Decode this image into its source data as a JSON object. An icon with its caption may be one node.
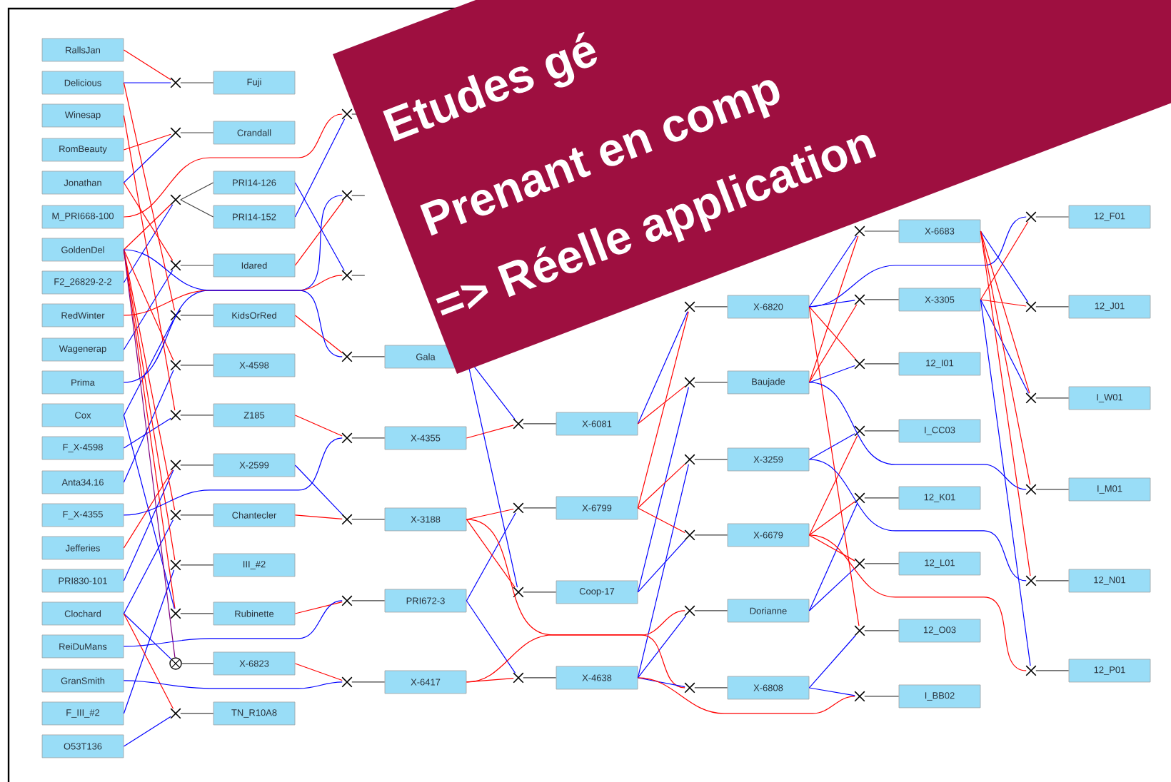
{
  "diagram": {
    "nodes": [
      {
        "text": [
          "RallsJan"
        ]
      },
      {
        "text": [
          "Delicious"
        ]
      },
      {
        "text": [
          "Winesap"
        ]
      },
      {
        "text": [
          "RomBeauty"
        ]
      },
      {
        "text": [
          "Jonathan"
        ]
      },
      {
        "text": [
          "M_PRI668-100"
        ]
      },
      {
        "text": [
          "GoldenDel"
        ]
      },
      {
        "text": [
          "F2_26829-2-2"
        ]
      },
      {
        "text": [
          "RedWinter"
        ]
      },
      {
        "text": [
          "Wagenerap"
        ]
      },
      {
        "text": [
          "Prima"
        ]
      },
      {
        "text": [
          "Cox"
        ]
      },
      {
        "text": [
          "F_X-4598"
        ]
      },
      {
        "text": [
          "Anta34.16"
        ]
      },
      {
        "text": [
          "F_X-4355"
        ]
      },
      {
        "text": [
          "Jefferies"
        ]
      },
      {
        "text": [
          "PRI830-101"
        ]
      },
      {
        "text": [
          "Clochard"
        ]
      },
      {
        "text": [
          "ReiDuMans"
        ]
      },
      {
        "text": [
          "GranSmith"
        ]
      },
      {
        "text": [
          "F_III_#2"
        ]
      },
      {
        "text": [
          "O53T136"
        ]
      },
      {
        "text": [],
        "shape": "cross"
      },
      {
        "text": [
          "Fuji"
        ]
      },
      {
        "text": [],
        "shape": "cross"
      },
      {
        "text": [
          "Crandall"
        ]
      },
      {
        "text": [],
        "shape": "cross"
      },
      {
        "text": [
          "PRI14-126"
        ]
      },
      {
        "text": [
          "PRI14-152"
        ]
      },
      {
        "text": [],
        "shape": "cross"
      },
      {
        "text": [
          "Idared"
        ]
      },
      {
        "text": [],
        "shape": "cross"
      },
      {
        "text": [
          "KidsOrRed"
        ]
      },
      {
        "text": [],
        "shape": "cross"
      },
      {
        "text": [
          "X-4598"
        ]
      },
      {
        "text": [],
        "shape": "cross"
      },
      {
        "text": [
          "Z185"
        ]
      },
      {
        "text": [],
        "shape": "cross"
      },
      {
        "text": [
          "X-2599"
        ]
      },
      {
        "text": [],
        "shape": "cross"
      },
      {
        "text": [
          "Chantecler"
        ]
      },
      {
        "text": [],
        "shape": "cross"
      },
      {
        "text": [
          "III_#2"
        ]
      },
      {
        "text": [],
        "shape": "cross"
      },
      {
        "text": [
          "Rubinette"
        ]
      },
      {
        "text": [],
        "shape": "circle"
      },
      {
        "text": [
          "X-6823"
        ]
      },
      {
        "text": [],
        "shape": "cross"
      },
      {
        "text": [
          "TN_R10A8"
        ]
      },
      {
        "text": [],
        "shape": "cross"
      },
      {
        "text": [],
        "shape": "cross"
      },
      {
        "text": [],
        "shape": "cross"
      },
      {
        "text": [],
        "shape": "cross"
      },
      {
        "text": [
          "Gala"
        ]
      },
      {
        "text": [],
        "shape": "cross"
      },
      {
        "text": [
          "X-4355"
        ]
      },
      {
        "text": [],
        "shape": "cross"
      },
      {
        "text": [
          "X-3188"
        ]
      },
      {
        "text": [],
        "shape": "cross"
      },
      {
        "text": [
          "PRI672-3"
        ]
      },
      {
        "text": [],
        "shape": "cross"
      },
      {
        "text": [
          "X-6417"
        ]
      },
      {
        "text": [],
        "shape": "cross"
      },
      {
        "text": [
          "X-6081"
        ]
      },
      {
        "text": [],
        "shape": "cross"
      },
      {
        "text": [
          "X-6799"
        ]
      },
      {
        "text": [],
        "shape": "cross"
      },
      {
        "text": [
          "Coop-17"
        ]
      },
      {
        "text": [],
        "shape": "cross"
      },
      {
        "text": [
          "X-4638"
        ]
      },
      {
        "text": [],
        "shape": "cross"
      },
      {
        "text": [
          "X-6820"
        ]
      },
      {
        "text": [],
        "shape": "cross"
      },
      {
        "text": [
          "Baujade"
        ]
      },
      {
        "text": [],
        "shape": "cross"
      },
      {
        "text": [
          "X-3259"
        ]
      },
      {
        "text": [],
        "shape": "cross"
      },
      {
        "text": [
          "X-6679"
        ]
      },
      {
        "text": [],
        "shape": "cross"
      },
      {
        "text": [
          "Dorianne"
        ]
      },
      {
        "text": [],
        "shape": "cross"
      },
      {
        "text": [
          "X-6808"
        ]
      },
      {
        "text": [],
        "shape": "cross"
      },
      {
        "text": [
          "X-6683"
        ]
      },
      {
        "text": [],
        "shape": "cross"
      },
      {
        "text": [
          "X-3305"
        ]
      },
      {
        "text": [],
        "shape": "cross"
      },
      {
        "text": [
          "12_I01"
        ]
      },
      {
        "text": [],
        "shape": "cross"
      },
      {
        "text": [
          "I_CC03"
        ]
      },
      {
        "text": [],
        "shape": "cross"
      },
      {
        "text": [
          "12_K01"
        ]
      },
      {
        "text": [],
        "shape": "cross"
      },
      {
        "text": [
          "12_L01"
        ]
      },
      {
        "text": [],
        "shape": "cross"
      },
      {
        "text": [
          "12_O03"
        ]
      },
      {
        "text": [],
        "shape": "cross"
      },
      {
        "text": [
          "I_BB02"
        ]
      },
      {
        "text": [],
        "shape": "cross"
      },
      {
        "text": [
          "12_F01"
        ]
      },
      {
        "text": [],
        "shape": "cross"
      },
      {
        "text": [
          "12_J01"
        ]
      },
      {
        "text": [],
        "shape": "cross"
      },
      {
        "text": [
          "I_W01"
        ]
      },
      {
        "text": [],
        "shape": "cross"
      },
      {
        "text": [
          "I_M01"
        ]
      },
      {
        "text": [],
        "shape": "cross"
      },
      {
        "text": [
          "12_N01"
        ]
      },
      {
        "text": [],
        "shape": "cross"
      },
      {
        "text": [
          "12_P01"
        ]
      }
    ],
    "edges": [
      {
        "from": 0,
        "to": 22,
        "arrow": "none",
        "color": "#ff0000"
      },
      {
        "from": 1,
        "to": 22,
        "arrow": "none",
        "color": "#0000ff"
      },
      {
        "from": 22,
        "to": 23,
        "arrow": "none",
        "color": "#404040"
      },
      {
        "from": 3,
        "to": 24,
        "arrow": "none",
        "color": "#ff0000"
      },
      {
        "from": 4,
        "to": 24,
        "arrow": "none",
        "color": "#0000ff"
      },
      {
        "from": 24,
        "to": 25,
        "arrow": "none",
        "color": "#404040"
      },
      {
        "from": 6,
        "to": 26,
        "arrow": "none",
        "color": "#ff0000"
      },
      {
        "from": 7,
        "to": 26,
        "arrow": "none",
        "color": "#0000ff"
      },
      {
        "from": 26,
        "to": 27,
        "arrow": "none",
        "color": "#404040"
      },
      {
        "from": 26,
        "to": 28,
        "arrow": "none",
        "color": "#404040"
      },
      {
        "from": 4,
        "to": 29,
        "arrow": "none",
        "color": "#ff0000"
      },
      {
        "from": 9,
        "to": 29,
        "arrow": "none",
        "color": "#0000ff"
      },
      {
        "from": 29,
        "to": 30,
        "arrow": "none",
        "color": "#404040"
      },
      {
        "from": 1,
        "to": 31,
        "arrow": "none",
        "color": "#ff0000"
      },
      {
        "from": 11,
        "to": 31,
        "arrow": "none",
        "color": "#0000ff"
      },
      {
        "from": 31,
        "to": 32,
        "arrow": "none",
        "color": "#404040"
      },
      {
        "from": 6,
        "to": 33,
        "arrow": "none",
        "color": "#ff0000"
      },
      {
        "from": 13,
        "to": 33,
        "arrow": "none",
        "color": "#0000ff"
      },
      {
        "from": 33,
        "to": 34,
        "arrow": "none",
        "color": "#404040"
      },
      {
        "from": 2,
        "to": 35,
        "arrow": "none",
        "color": "#ff0000"
      },
      {
        "from": 12,
        "to": 35,
        "arrow": "none",
        "color": "#0000ff"
      },
      {
        "from": 35,
        "to": 36,
        "arrow": "none",
        "color": "#404040"
      },
      {
        "from": 15,
        "to": 37,
        "arrow": "none",
        "color": "#ff0000"
      },
      {
        "from": 16,
        "to": 37,
        "arrow": "none",
        "color": "#0000ff"
      },
      {
        "from": 37,
        "to": 38,
        "arrow": "none",
        "color": "#404040"
      },
      {
        "from": 6,
        "to": 39,
        "arrow": "none",
        "color": "#ff0000"
      },
      {
        "from": 17,
        "to": 39,
        "arrow": "none",
        "color": "#0000ff"
      },
      {
        "from": 39,
        "to": 40,
        "arrow": "none",
        "color": "#404040"
      },
      {
        "from": 6,
        "to": 41,
        "arrow": "none",
        "color": "#ff0000"
      },
      {
        "from": 20,
        "to": 41,
        "arrow": "none",
        "color": "#0000ff"
      },
      {
        "from": 41,
        "to": 42,
        "arrow": "none",
        "color": "#404040"
      },
      {
        "from": 6,
        "to": 43,
        "arrow": "none",
        "color": "#ff0000"
      },
      {
        "from": 11,
        "to": 43,
        "arrow": "none",
        "color": "#0000ff"
      },
      {
        "from": 43,
        "to": 44,
        "arrow": "none",
        "color": "#404040"
      },
      {
        "from": 6,
        "to": 45,
        "arrow": "none",
        "color": "#800080"
      },
      {
        "from": 17,
        "to": 45,
        "arrow": "none",
        "color": "#0000ff"
      },
      {
        "from": 45,
        "to": 46,
        "arrow": "none",
        "color": "#404040"
      },
      {
        "from": 17,
        "to": 47,
        "arrow": "none",
        "color": "#ff0000"
      },
      {
        "from": 21,
        "to": 47,
        "arrow": "none",
        "color": "#0000ff"
      },
      {
        "from": 47,
        "to": 48,
        "arrow": "none",
        "color": "#404040"
      },
      {
        "from": 5,
        "to": 49,
        "arrow": "none",
        "color": "#ff0000"
      },
      {
        "from": 28,
        "to": 49,
        "arrow": "none",
        "color": "#0000ff"
      },
      {
        "from": 49,
        "to": null,
        "arrow": "none",
        "color": "#404040"
      },
      {
        "from": 30,
        "to": 50,
        "arrow": "none",
        "color": "#ff0000"
      },
      {
        "from": 10,
        "to": 50,
        "arrow": "none",
        "color": "#0000ff"
      },
      {
        "from": 50,
        "to": null,
        "arrow": "none",
        "color": "#404040"
      },
      {
        "from": 8,
        "to": 51,
        "arrow": "none",
        "color": "#ff0000"
      },
      {
        "from": 27,
        "to": 51,
        "arrow": "none",
        "color": "#0000ff"
      },
      {
        "from": 51,
        "to": null,
        "arrow": "none",
        "color": "#404040"
      },
      {
        "from": 32,
        "to": 52,
        "arrow": "none",
        "color": "#ff0000"
      },
      {
        "from": 6,
        "to": 52,
        "arrow": "none",
        "color": "#0000ff"
      },
      {
        "from": 52,
        "to": 53,
        "arrow": "none",
        "color": "#404040"
      },
      {
        "from": 36,
        "to": 54,
        "arrow": "none",
        "color": "#ff0000"
      },
      {
        "from": 14,
        "to": 54,
        "arrow": "none",
        "color": "#0000ff"
      },
      {
        "from": 54,
        "to": 55,
        "arrow": "none",
        "color": "#404040"
      },
      {
        "from": 40,
        "to": 56,
        "arrow": "none",
        "color": "#ff0000"
      },
      {
        "from": 38,
        "to": 56,
        "arrow": "none",
        "color": "#0000ff"
      },
      {
        "from": 56,
        "to": 57,
        "arrow": "none",
        "color": "#404040"
      },
      {
        "from": 44,
        "to": 58,
        "arrow": "none",
        "color": "#ff0000"
      },
      {
        "from": 18,
        "to": 58,
        "arrow": "none",
        "color": "#0000ff"
      },
      {
        "from": 58,
        "to": 59,
        "arrow": "none",
        "color": "#404040"
      },
      {
        "from": 46,
        "to": 60,
        "arrow": "none",
        "color": "#ff0000"
      },
      {
        "from": 19,
        "to": 60,
        "arrow": "none",
        "color": "#0000ff"
      },
      {
        "from": 60,
        "to": 61,
        "arrow": "none",
        "color": "#404040"
      },
      {
        "from": 55,
        "to": 62,
        "arrow": "none",
        "color": "#ff0000"
      },
      {
        "from": 53,
        "to": 62,
        "arrow": "none",
        "color": "#0000ff"
      },
      {
        "from": 62,
        "to": 63,
        "arrow": "none",
        "color": "#404040"
      },
      {
        "from": 57,
        "to": 64,
        "arrow": "none",
        "color": "#ff0000"
      },
      {
        "from": 59,
        "to": 64,
        "arrow": "none",
        "color": "#0000ff"
      },
      {
        "from": 64,
        "to": 65,
        "arrow": "none",
        "color": "#404040"
      },
      {
        "from": 57,
        "to": 66,
        "arrow": "none",
        "color": "#ff0000"
      },
      {
        "from": 53,
        "to": 66,
        "arrow": "none",
        "color": "#0000ff"
      },
      {
        "from": 66,
        "to": 67,
        "arrow": "none",
        "color": "#404040"
      },
      {
        "from": 61,
        "to": 68,
        "arrow": "none",
        "color": "#ff0000"
      },
      {
        "from": 59,
        "to": 68,
        "arrow": "none",
        "color": "#0000ff"
      },
      {
        "from": 68,
        "to": 69,
        "arrow": "none",
        "color": "#404040"
      },
      {
        "from": 65,
        "to": 70,
        "arrow": "none",
        "color": "#ff0000"
      },
      {
        "from": 63,
        "to": 70,
        "arrow": "none",
        "color": "#0000ff"
      },
      {
        "from": 70,
        "to": 71,
        "arrow": "none",
        "color": "#404040"
      },
      {
        "from": 63,
        "to": 72,
        "arrow": "none",
        "color": "#ff0000"
      },
      {
        "from": 67,
        "to": 72,
        "arrow": "none",
        "color": "#0000ff"
      },
      {
        "from": 72,
        "to": 73,
        "arrow": "none",
        "color": "#404040"
      },
      {
        "from": 65,
        "to": 74,
        "arrow": "none",
        "color": "#ff0000"
      },
      {
        "from": 69,
        "to": 74,
        "arrow": "none",
        "color": "#0000ff"
      },
      {
        "from": 74,
        "to": 75,
        "arrow": "none",
        "color": "#404040"
      },
      {
        "from": 65,
        "to": 76,
        "arrow": "none",
        "color": "#ff0000"
      },
      {
        "from": 67,
        "to": 76,
        "arrow": "none",
        "color": "#0000ff"
      },
      {
        "from": 76,
        "to": 77,
        "arrow": "none",
        "color": "#404040"
      },
      {
        "from": 61,
        "to": 78,
        "arrow": "none",
        "color": "#ff0000"
      },
      {
        "from": 69,
        "to": 78,
        "arrow": "none",
        "color": "#0000ff"
      },
      {
        "from": 78,
        "to": 79,
        "arrow": "none",
        "color": "#404040"
      },
      {
        "from": 57,
        "to": 80,
        "arrow": "none",
        "color": "#ff0000"
      },
      {
        "from": 69,
        "to": 80,
        "arrow": "none",
        "color": "#0000ff"
      },
      {
        "from": 80,
        "to": 81,
        "arrow": "none",
        "color": "#404040"
      },
      {
        "from": 73,
        "to": 82,
        "arrow": "none",
        "color": "#ff0000"
      },
      {
        "from": 71,
        "to": 82,
        "arrow": "none",
        "color": "#0000ff"
      },
      {
        "from": 82,
        "to": 83,
        "arrow": "none",
        "color": "#404040"
      },
      {
        "from": 73,
        "to": 84,
        "arrow": "none",
        "color": "#ff0000"
      },
      {
        "from": 71,
        "to": 84,
        "arrow": "none",
        "color": "#0000ff"
      },
      {
        "from": 84,
        "to": 85,
        "arrow": "none",
        "color": "#404040"
      },
      {
        "from": 71,
        "to": 86,
        "arrow": "none",
        "color": "#ff0000"
      },
      {
        "from": 73,
        "to": 86,
        "arrow": "none",
        "color": "#0000ff"
      },
      {
        "from": 86,
        "to": 87,
        "arrow": "none",
        "color": "#404040"
      },
      {
        "from": 77,
        "to": 88,
        "arrow": "none",
        "color": "#ff0000"
      },
      {
        "from": 75,
        "to": 88,
        "arrow": "none",
        "color": "#0000ff"
      },
      {
        "from": 88,
        "to": 89,
        "arrow": "none",
        "color": "#404040"
      },
      {
        "from": 77,
        "to": 90,
        "arrow": "none",
        "color": "#ff0000"
      },
      {
        "from": 79,
        "to": 90,
        "arrow": "none",
        "color": "#0000ff"
      },
      {
        "from": 90,
        "to": 91,
        "arrow": "none",
        "color": "#404040"
      },
      {
        "from": 77,
        "to": 92,
        "arrow": "none",
        "color": "#ff0000"
      },
      {
        "from": 79,
        "to": 92,
        "arrow": "none",
        "color": "#0000ff"
      },
      {
        "from": 92,
        "to": 93,
        "arrow": "none",
        "color": "#404040"
      },
      {
        "from": 71,
        "to": 94,
        "arrow": "none",
        "color": "#ff0000"
      },
      {
        "from": 81,
        "to": 94,
        "arrow": "none",
        "color": "#0000ff"
      },
      {
        "from": 94,
        "to": 95,
        "arrow": "none",
        "color": "#404040"
      },
      {
        "from": 69,
        "to": 96,
        "arrow": "none",
        "color": "#ff0000"
      },
      {
        "from": 81,
        "to": 96,
        "arrow": "none",
        "color": "#0000ff"
      },
      {
        "from": 96,
        "to": 97,
        "arrow": "none",
        "color": "#404040"
      },
      {
        "from": 85,
        "to": 98,
        "arrow": "none",
        "color": "#ff0000"
      },
      {
        "from": 71,
        "to": 98,
        "arrow": "none",
        "color": "#0000ff"
      },
      {
        "from": 98,
        "to": 99,
        "arrow": "none",
        "color": "#404040"
      },
      {
        "from": 85,
        "to": 100,
        "arrow": "none",
        "color": "#ff0000"
      },
      {
        "from": 83,
        "to": 100,
        "arrow": "none",
        "color": "#0000ff"
      },
      {
        "from": 100,
        "to": 101,
        "arrow": "none",
        "color": "#404040"
      },
      {
        "from": 83,
        "to": 102,
        "arrow": "none",
        "color": "#ff0000"
      },
      {
        "from": 85,
        "to": 102,
        "arrow": "none",
        "color": "#0000ff"
      },
      {
        "from": 102,
        "to": 103,
        "arrow": "none",
        "color": "#404040"
      },
      {
        "from": 83,
        "to": 104,
        "arrow": "none",
        "color": "#ff0000"
      },
      {
        "from": 73,
        "to": 104,
        "arrow": "none",
        "color": "#0000ff"
      },
      {
        "from": 104,
        "to": 105,
        "arrow": "none",
        "color": "#404040"
      },
      {
        "from": 83,
        "to": 106,
        "arrow": "none",
        "color": "#ff0000"
      },
      {
        "from": 75,
        "to": 106,
        "arrow": "none",
        "color": "#0000ff"
      },
      {
        "from": 106,
        "to": 107,
        "arrow": "none",
        "color": "#404040"
      },
      {
        "from": 77,
        "to": 108,
        "arrow": "none",
        "color": "#ff0000"
      },
      {
        "from": 85,
        "to": 108,
        "arrow": "none",
        "color": "#0000ff"
      },
      {
        "from": 108,
        "to": 109,
        "arrow": "none",
        "color": "#404040"
      }
    ],
    "labels": [
      "Etudes gé",
      "Prenant en comp",
      "=> Réelle application"
    ]
  }
}
